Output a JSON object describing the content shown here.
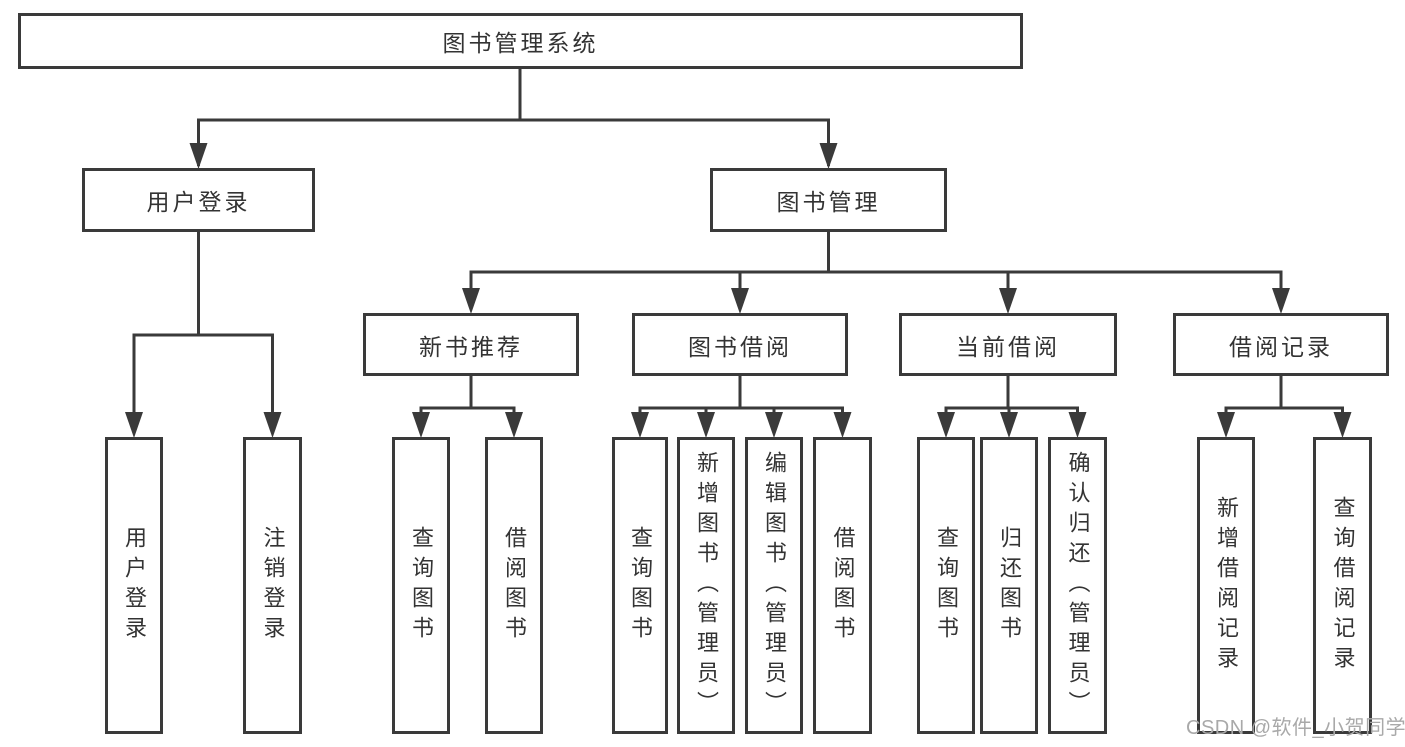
{
  "diagram": {
    "root": "图书管理系统",
    "level2": {
      "user_login": "用户登录",
      "book_mgmt": "图书管理"
    },
    "level3": {
      "new_book_rec": "新书推荐",
      "book_borrow": "图书借阅",
      "current_borrow": "当前借阅",
      "borrow_records": "借阅记录"
    },
    "leaves": {
      "user_login": [
        "用户登录",
        "注销登录"
      ],
      "new_book_rec": [
        "查询图书",
        "借阅图书"
      ],
      "book_borrow": [
        "查询图书",
        "新增图书（管理员）",
        "编辑图书（管理员）",
        "借阅图书"
      ],
      "current_borrow": [
        "查询图书",
        "归还图书",
        "确认归还（管理员）"
      ],
      "borrow_records": [
        "新增借阅记录",
        "查询借阅记录"
      ]
    }
  },
  "watermark": "CSDN @软件_小贺同学",
  "colors": {
    "line": "#3a3a3a",
    "text": "#333333",
    "watermark": "#a9a9a9",
    "background": "#ffffff"
  }
}
